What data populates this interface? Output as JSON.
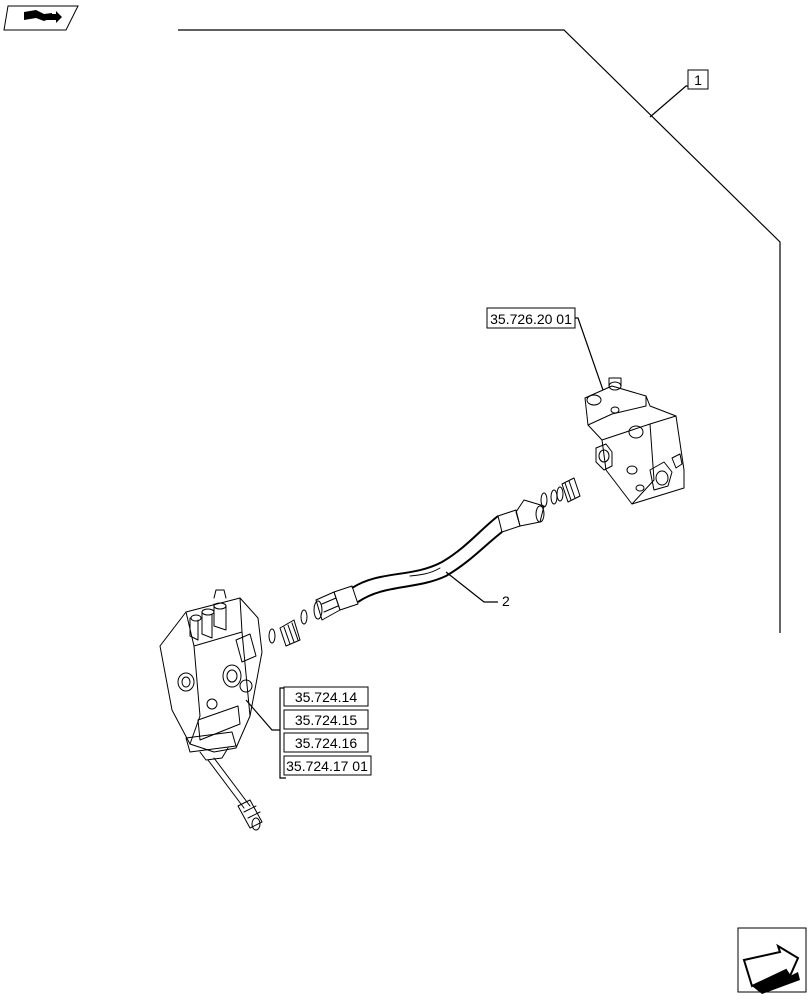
{
  "callouts": {
    "item_1": "1",
    "item_2": "2",
    "ref_valve_block": "35.726.20 01",
    "ref_list": [
      "35.724.14",
      "35.724.15",
      "35.724.16",
      "35.724.17 01"
    ]
  },
  "icons": {
    "top_left": "book-arrow-icon",
    "bottom_right": "next-page-arrow-icon"
  }
}
